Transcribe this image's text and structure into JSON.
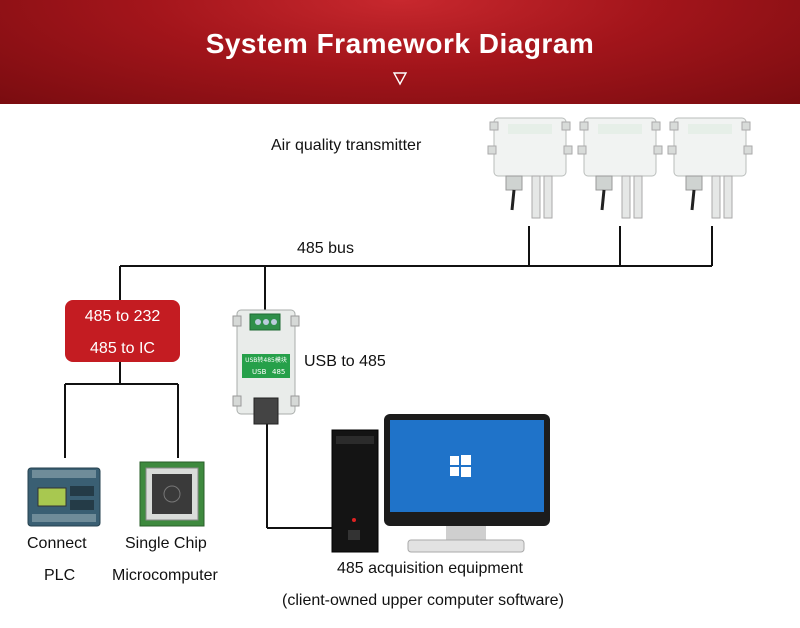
{
  "header": {
    "title": "System Framework Diagram"
  },
  "labels": {
    "air_quality": "Air quality transmitter",
    "bus": "485 bus",
    "converter_line1": "485 to 232",
    "converter_line2": "485 to IC",
    "usb": "USB to 485",
    "plc_line1": "Connect",
    "plc_line2": "PLC",
    "mcu_line1": "Single Chip",
    "mcu_line2": "Microcomputer",
    "equipment_line1": "485 acquisition equipment",
    "equipment_line2": "(client-owned upper computer software)"
  },
  "devices": {
    "usb_module_text1": "USB转485模块",
    "usb_module_text2": "USB",
    "usb_module_text3": "485"
  },
  "colors": {
    "header_red": "#a3151b",
    "box_red": "#c41c22",
    "line": "#111111"
  }
}
